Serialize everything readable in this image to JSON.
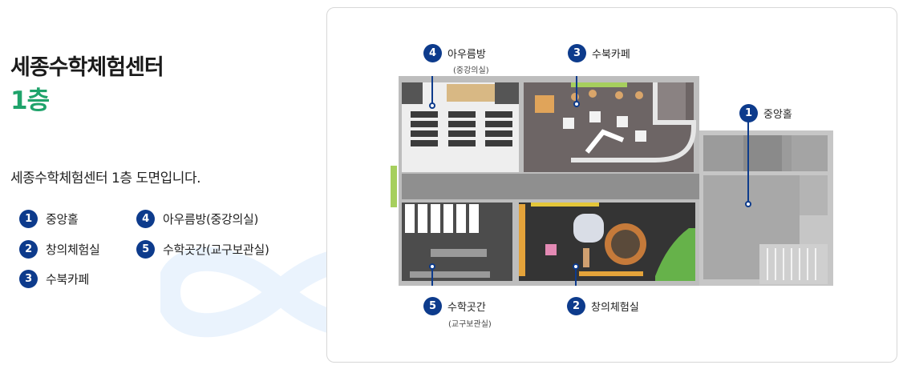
{
  "header": {
    "title_line1": "세종수학체험센터",
    "title_line2": "1층",
    "description": "세종수학체험센터 1층 도면입니다."
  },
  "legend": [
    {
      "number": "1",
      "label": "중앙홀"
    },
    {
      "number": "2",
      "label": "창의체험실"
    },
    {
      "number": "3",
      "label": "수북카페"
    },
    {
      "number": "4",
      "label": "아우름방(중강의실)"
    },
    {
      "number": "5",
      "label": "수학곳간(교구보관실)"
    }
  ],
  "map": {
    "callouts": [
      {
        "number": "1",
        "label": "중앙홀",
        "sub": ""
      },
      {
        "number": "2",
        "label": "창의체험실",
        "sub": ""
      },
      {
        "number": "3",
        "label": "수북카페",
        "sub": ""
      },
      {
        "number": "4",
        "label": "아우름방",
        "sub": "(중강의실)"
      },
      {
        "number": "5",
        "label": "수학곳간",
        "sub": "(교구보관실)"
      }
    ]
  },
  "colors": {
    "brand_navy": "#0d3b8c",
    "accent_green": "#1fa36b",
    "deco_blue": "#eaf3fd"
  }
}
